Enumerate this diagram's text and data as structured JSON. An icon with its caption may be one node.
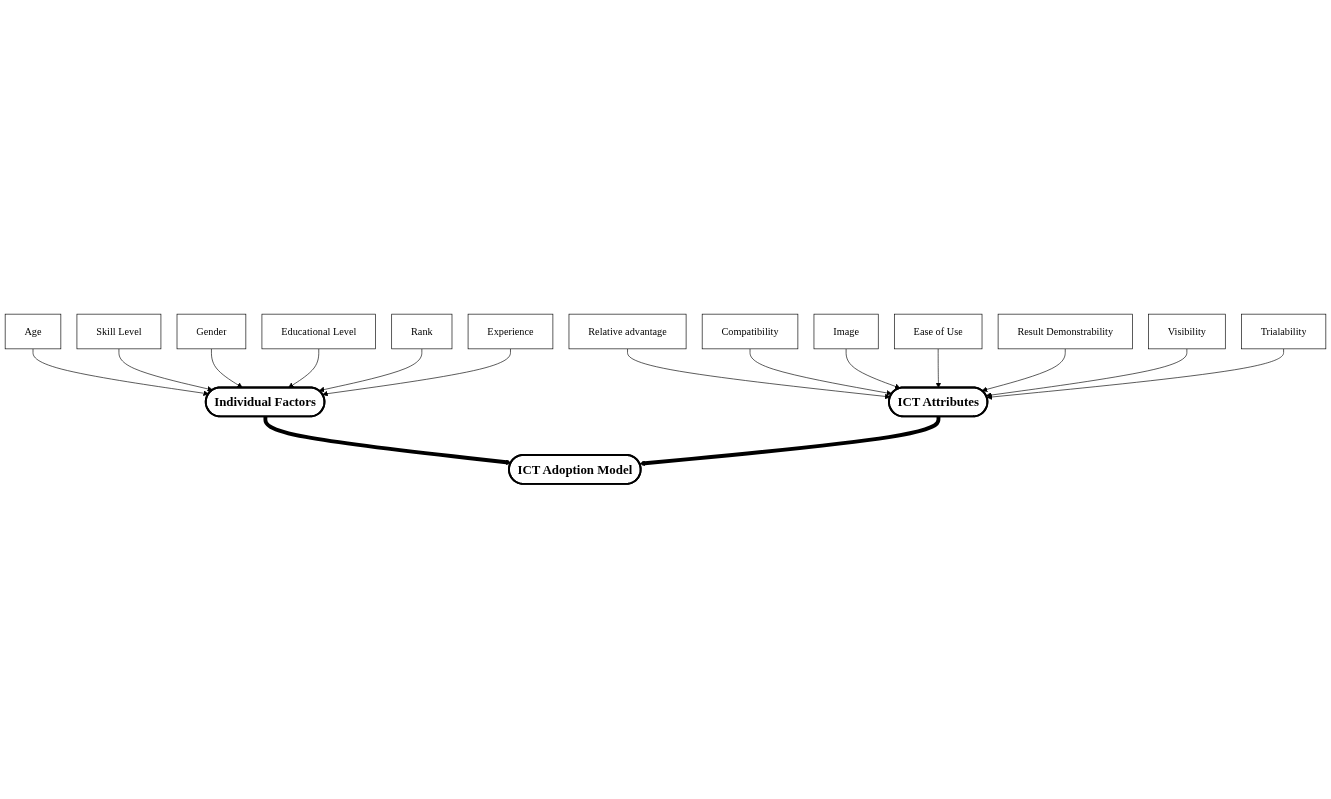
{
  "diagram": {
    "nodes": [
      {
        "text": [
          "Age"
        ]
      },
      {
        "text": [
          "Skill Level"
        ]
      },
      {
        "text": [
          "Gender"
        ]
      },
      {
        "text": [
          "Individual Factors"
        ]
      },
      {
        "text": [
          "Educational Level"
        ]
      },
      {
        "text": [
          "Rank"
        ]
      },
      {
        "text": [
          "Experience"
        ]
      },
      {
        "text": [
          "ICT Adoption Model"
        ]
      },
      {
        "text": [
          "Relative advantage"
        ]
      },
      {
        "text": [
          "ICT Attributes"
        ]
      },
      {
        "text": [
          "Trialability"
        ]
      },
      {
        "text": [
          "Compatibility"
        ]
      },
      {
        "text": [
          "Visibility"
        ]
      },
      {
        "text": [
          "Image"
        ]
      },
      {
        "text": [
          "Ease of Use"
        ]
      },
      {
        "text": [
          "Result Demonstrability"
        ]
      }
    ],
    "edges": [
      {
        "from": 0,
        "to": 3,
        "arrow": "to"
      },
      {
        "from": 1,
        "to": 3,
        "arrow": "to"
      },
      {
        "from": 2,
        "to": 3,
        "arrow": "to"
      },
      {
        "from": 4,
        "to": 3,
        "arrow": "to"
      },
      {
        "from": 5,
        "to": 3,
        "arrow": "to"
      },
      {
        "from": 6,
        "to": 3,
        "arrow": "to"
      },
      {
        "from": 3,
        "to": 7,
        "arrow": "to",
        "style": "thick"
      },
      {
        "from": 9,
        "to": 7,
        "arrow": "to",
        "style": "thick"
      },
      {
        "from": 8,
        "to": 9,
        "arrow": "to"
      },
      {
        "from": 11,
        "to": 9,
        "arrow": "to"
      },
      {
        "from": 13,
        "to": 9,
        "arrow": "to"
      },
      {
        "from": 14,
        "to": 9,
        "arrow": "to"
      },
      {
        "from": 15,
        "to": 9,
        "arrow": "to"
      },
      {
        "from": 12,
        "to": 9,
        "arrow": "to"
      },
      {
        "from": 10,
        "to": 9,
        "arrow": "to"
      }
    ]
  }
}
